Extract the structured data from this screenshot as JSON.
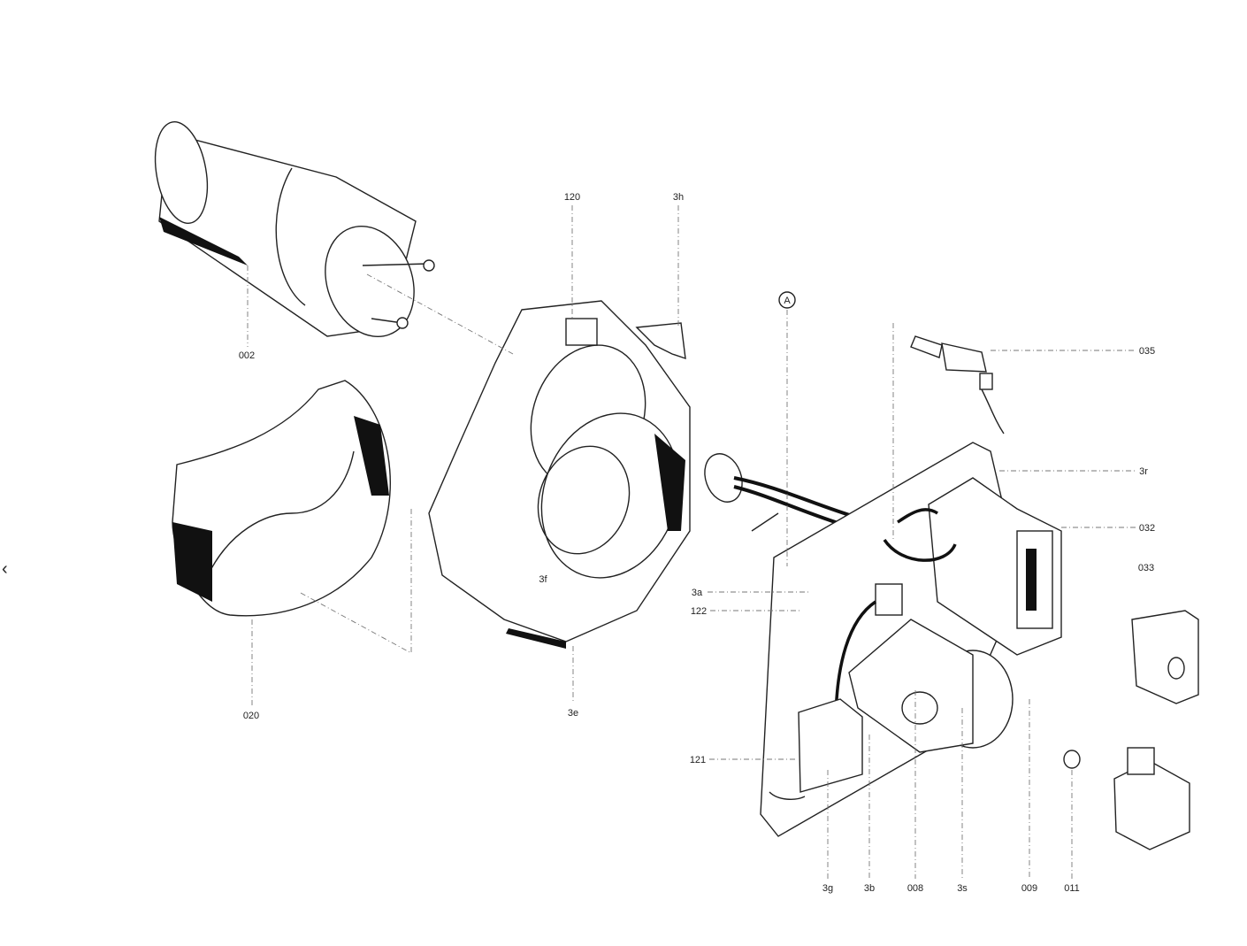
{
  "navigation": {
    "prev_arrow": "‹"
  },
  "diagram": {
    "type": "exploded parts diagram",
    "labels": {
      "p002": "002",
      "p020": "020",
      "p120": "120",
      "p3h": "3h",
      "p3f": "3f",
      "p3e": "3e",
      "pA": "A",
      "p3a": "3a",
      "p122": "122",
      "p121": "121",
      "p3g": "3g",
      "p3b": "3b",
      "p008": "008",
      "p3s": "3s",
      "p009": "009",
      "p011": "011",
      "p035": "035",
      "p3r": "3r",
      "p032": "032",
      "p033": "033"
    }
  }
}
